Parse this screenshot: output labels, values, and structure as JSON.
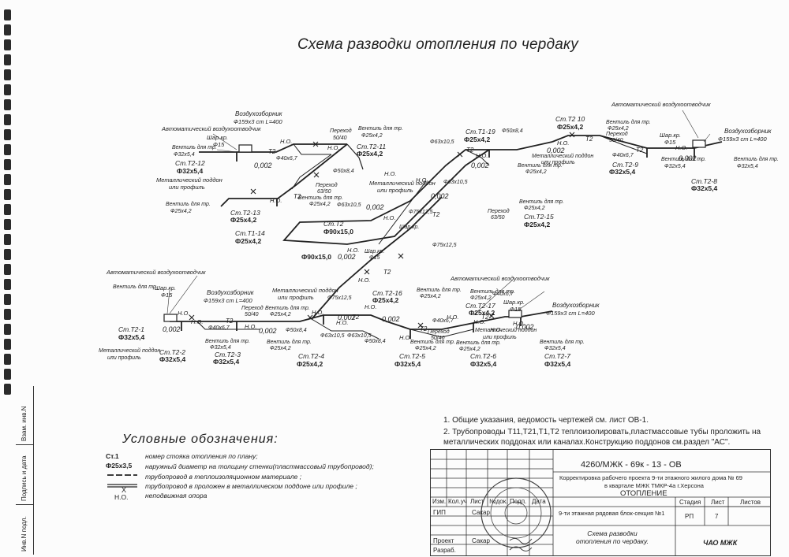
{
  "title": "Схема разводки отопления по чердаку",
  "labels": {
    "vozd_top_right": [
      "Воздухозборник",
      "Ф159х3 ст L=400"
    ],
    "vozd_top_left": [
      "Воздухозборник",
      "Ф159х3 ст L=400"
    ],
    "vozd_bot_left": [
      "Воздухозборник",
      "Ф159х3 ст L=400"
    ],
    "vozd_bot_right": [
      "Воздухозборник",
      "Ф159х3 ст L=400"
    ],
    "auto_vent": "Автоматический воздухоотводчик",
    "shar_kr": [
      "Шар.кр.",
      "Ф15"
    ],
    "ventil": [
      "Вентиль для тр.",
      "Ф32х5,4"
    ],
    "ventil25": [
      "Вентиль для тр.",
      "Ф25х4,2"
    ],
    "metal_poddon": [
      "Металлический поддон",
      "или профиль"
    ],
    "perehod_5040": [
      "Переход",
      "50/40"
    ],
    "perehod_6350": [
      "Переход",
      "63/50"
    ],
    "no": "Н.О.",
    "t2": "Т2",
    "slope": "0,002",
    "risers": {
      "t2_12": [
        "Ст.Т2-12",
        "Ф32х5,4"
      ],
      "t2_11": [
        "Ст.Т2-11",
        "Ф25х4,2"
      ],
      "t1_19": [
        "Ст.Т1-19",
        "Ф25х4,2"
      ],
      "t2_10": [
        "Ст.Т2 10",
        "Ф25х4,2"
      ],
      "t2_9": [
        "Ст.Т2-9",
        "Ф32х5,4"
      ],
      "t2_8": [
        "Ст.Т2-8",
        "Ф32х5,4"
      ],
      "t2_13": [
        "Ст.Т2-13",
        "Ф25х4,2"
      ],
      "t1_14": [
        "Ст.Т1-14",
        "Ф25х4,2"
      ],
      "t2_main": [
        "Ст.Т2",
        "Ф90х15,0"
      ],
      "t2_15": [
        "Ст.Т2-15",
        "Ф25х4,2"
      ],
      "t2_16": [
        "Ст.Т2-16",
        "Ф25х4,2"
      ],
      "t2_17": [
        "Ст.Т2-17",
        "Ф25х4,2"
      ],
      "t2_1": [
        "Ст.Т2-1",
        "Ф32х5,4"
      ],
      "t2_2": [
        "Ст.Т2-2",
        "Ф32х5,4"
      ],
      "t2_3": [
        "Ст.Т2-3",
        "Ф32х5,4"
      ],
      "t2_4": [
        "Ст.Т2-4",
        "Ф25х4,2"
      ],
      "t2_5": [
        "Ст.Т2-5",
        "Ф32х5,4"
      ],
      "t2_6": [
        "Ст.Т2-6",
        "Ф32х5,4"
      ],
      "t2_7": [
        "Ст.Т2-7",
        "Ф32х5,4"
      ]
    },
    "pipes": {
      "d40": "Ф40х6,7",
      "d50": "Ф50х8,4",
      "d63": "Ф63х10,5",
      "d75": "Ф75х12,5",
      "d90": "Ф90х15,0"
    }
  },
  "legend": {
    "heading": "Условные обозначения:",
    "items": [
      {
        "key": "Ст.1",
        "text": "номер стояка отопления по плану;"
      },
      {
        "key": "Ф25х3,5",
        "text": "наружный диаметр на толщину стенки(пластмассовый трубопровод);"
      },
      {
        "key": "",
        "text": "трубопровод в теплоизоляционном материале ;"
      },
      {
        "key": "",
        "text": "трубопровод в проложен в металлическом поддоне или профиле ;"
      },
      {
        "key": "Н.О.",
        "text": "неподвижная опора"
      }
    ]
  },
  "notes": [
    "1. Общие указания, ведомость чертежей см. лист ОВ-1.",
    "2. Трубопроводы Т11,Т21,Т1,Т2  теплоизолировать,пластмассовые тубы проложить на",
    "металлических поддонах или каналах.Конструкцию поддонов см.раздел \"АС\"."
  ],
  "stamp": {
    "code": "4260/МЖК - 69к - 13 - ОВ",
    "project": "Корректировка рабочего проекта 9-ти этажного жилого дома № 69",
    "location": "в квартале МЖК ТМКР-4а  г.Херсона",
    "section": "ОТОПЛЕНИЕ",
    "building": "9-ти этажная рядовая блок-секция №1",
    "sheet_title": "Схема разводки отопления по чердаку.",
    "org": "ЧАО МЖК",
    "headers": [
      "Изм.",
      "Кол.уч",
      "Лист",
      "№док.",
      "Подп.",
      "Дата"
    ],
    "stage_label": "Стадия",
    "sheet_label": "Лист",
    "sheets_label": "Листов",
    "stage": "РП",
    "sheet": "7",
    "gip": "ГИП",
    "sakar": "Сакар",
    "proekt": "Проект",
    "razrab": "Разраб."
  },
  "side_column": {
    "inv_n": "Взам. инв.N",
    "podpis": "Подпись и дата",
    "inv_podl": "Инв.N подл."
  }
}
